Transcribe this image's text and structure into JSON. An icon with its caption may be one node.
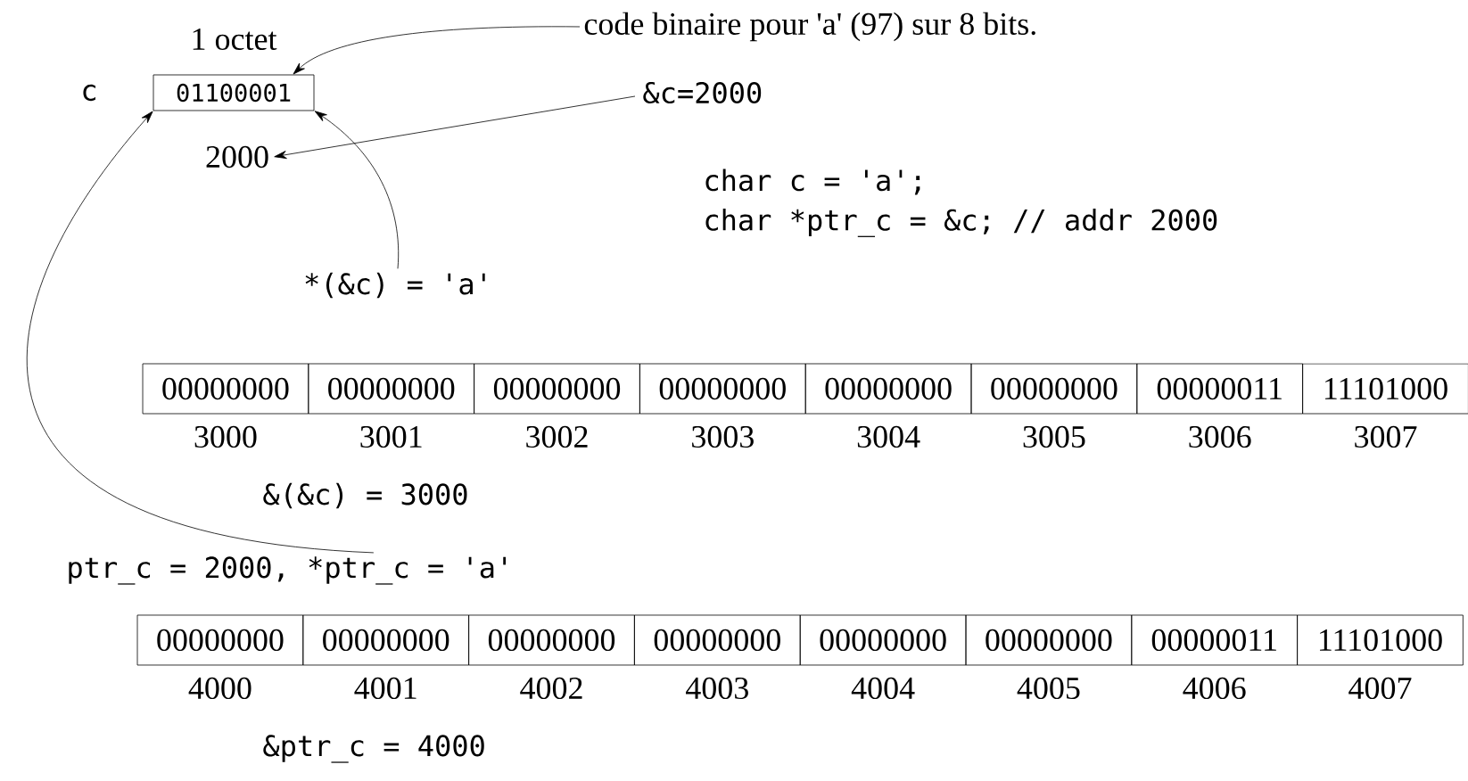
{
  "diagram": {
    "nodes": [
      {
        "text": [
          "01100001"
        ],
        "beside": [
          "c",
          "1 octet"
        ]
      },
      {
        "text": [
          "code binaire pour 'a' (97) sur 8 bits."
        ]
      },
      {
        "text": [
          "&c=2000"
        ]
      },
      {
        "text": [
          "2000"
        ]
      },
      {
        "text": [
          "*(&c) = 'a'"
        ]
      },
      {
        "text": [
          "ptr_c = 2000, *ptr_c = 'a'"
        ]
      },
      {
        "text": [
          "00000000"
        ],
        "beside": [
          "3000"
        ]
      },
      {
        "text": [
          "00000000"
        ],
        "beside": [
          "3001"
        ]
      },
      {
        "text": [
          "00000000"
        ],
        "beside": [
          "3002"
        ]
      },
      {
        "text": [
          "00000000"
        ],
        "beside": [
          "3003"
        ]
      },
      {
        "text": [
          "00000000"
        ],
        "beside": [
          "3004"
        ]
      },
      {
        "text": [
          "00000000"
        ],
        "beside": [
          "3005"
        ]
      },
      {
        "text": [
          "00000011"
        ],
        "beside": [
          "3006"
        ]
      },
      {
        "text": [
          "11101000"
        ],
        "beside": [
          "3007"
        ]
      },
      {
        "text": [
          "00000000"
        ],
        "beside": [
          "4000"
        ]
      },
      {
        "text": [
          "00000000"
        ],
        "beside": [
          "4001"
        ]
      },
      {
        "text": [
          "00000000"
        ],
        "beside": [
          "4002"
        ]
      },
      {
        "text": [
          "00000000"
        ],
        "beside": [
          "4003"
        ]
      },
      {
        "text": [
          "00000000"
        ],
        "beside": [
          "4004"
        ]
      },
      {
        "text": [
          "00000000"
        ],
        "beside": [
          "4005"
        ]
      },
      {
        "text": [
          "00000011"
        ],
        "beside": [
          "4006"
        ]
      },
      {
        "text": [
          "11101000"
        ],
        "beside": [
          "4007"
        ]
      }
    ],
    "edges": [
      {
        "from": 1,
        "to": 0,
        "arrow": "to"
      },
      {
        "from": 2,
        "to": 3,
        "arrow": "to"
      },
      {
        "from": 4,
        "to": 0,
        "arrow": "to"
      },
      {
        "from": 5,
        "to": 0,
        "arrow": "to"
      }
    ],
    "labels": [
      "char c = 'a';",
      "char *ptr_c = &c; // addr 2000",
      "&(&c) = 3000",
      "&ptr_c = 4000"
    ]
  }
}
